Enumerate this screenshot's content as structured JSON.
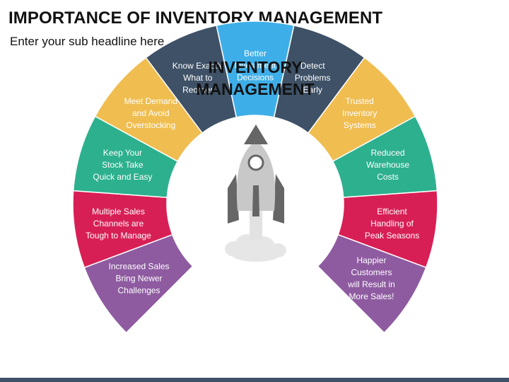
{
  "header": {
    "title": "IMPORTANCE OF INVENTORY MANAGEMENT",
    "subtitle": "Enter your sub headline here"
  },
  "center": {
    "title_line1": "INVENTORY",
    "title_line2": "MANAGEMENT",
    "icon": "rocket-icon"
  },
  "segments": [
    {
      "id": "increased-sales",
      "lines": [
        "Increased Sales",
        "Bring Newer",
        "Challenges"
      ],
      "color": "#8e5ba0"
    },
    {
      "id": "multiple-channels",
      "lines": [
        "Multiple Sales",
        "Channels are",
        "Tough to Manage"
      ],
      "color": "#d81f55"
    },
    {
      "id": "keep-stock",
      "lines": [
        "Keep Your",
        "Stock Take",
        "Quick and Easy"
      ],
      "color": "#2db08e"
    },
    {
      "id": "meet-demand",
      "lines": [
        "Meet Demand",
        "and Avoid",
        "Overstocking"
      ],
      "color": "#f0bd50"
    },
    {
      "id": "know-reorder",
      "lines": [
        "Know Exactly",
        "What to",
        "Reorder"
      ],
      "color": "#3e5166"
    },
    {
      "id": "better-investment",
      "lines": [
        "Better",
        "Investment",
        "Decisions"
      ],
      "color": "#3eaee8"
    },
    {
      "id": "detect-problems",
      "lines": [
        "Detect",
        "Problems",
        "Early"
      ],
      "color": "#3e5166"
    },
    {
      "id": "trusted-systems",
      "lines": [
        "Trusted",
        "Inventory",
        "Systems"
      ],
      "color": "#f0bd50"
    },
    {
      "id": "reduced-costs",
      "lines": [
        "Reduced",
        "Warehouse",
        "Costs"
      ],
      "color": "#2db08e"
    },
    {
      "id": "peak-seasons",
      "lines": [
        "Efficient",
        "Handling of",
        "Peak Seasons"
      ],
      "color": "#d81f55"
    },
    {
      "id": "happier-customers",
      "lines": [
        "Happier",
        "Customers",
        "will Result in",
        "More Sales!"
      ],
      "color": "#8e5ba0"
    }
  ],
  "colors": {
    "background": "#ffffff",
    "text": "#111111",
    "rocket_body": "#c8c8c8",
    "rocket_dark": "#666666",
    "smoke": "#e6e6e6"
  }
}
